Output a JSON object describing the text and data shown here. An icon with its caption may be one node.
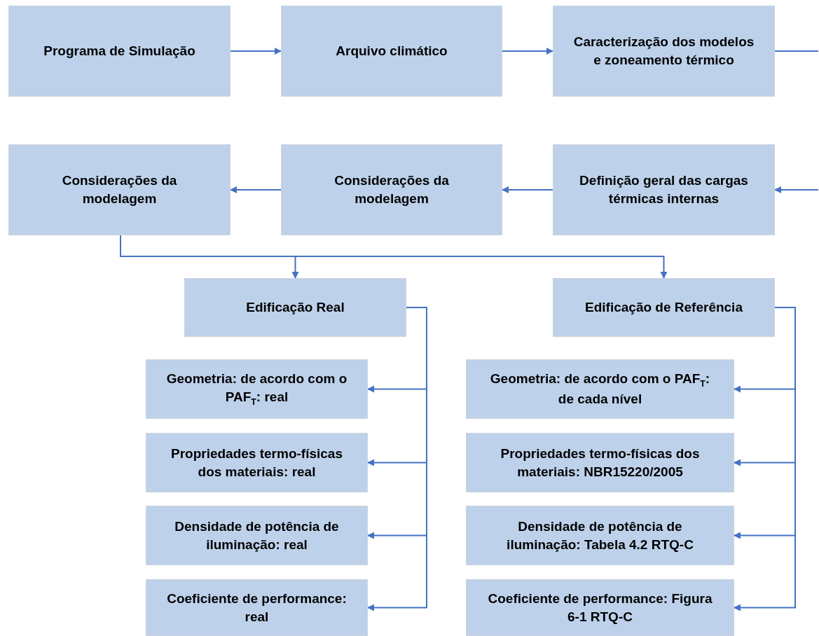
{
  "diagram": {
    "nodes": [
      {
        "text": [
          "Programa de Simulação"
        ]
      },
      {
        "text": [
          "Arquivo climático"
        ]
      },
      {
        "text": [
          "Caracterização dos modelos e zoneamento térmico"
        ]
      },
      {
        "text": [
          "Definição geral das cargas térmicas internas"
        ]
      },
      {
        "text": [
          "Considerações da modelagem"
        ]
      },
      {
        "text": [
          "Considerações da modelagem"
        ]
      },
      {
        "text": [
          "Edificação Real"
        ]
      },
      {
        "text": [
          "Edificação de Referência"
        ]
      },
      {
        "text": [
          "Geometria: de acordo com o PAF$_{T}$: real"
        ]
      },
      {
        "text": [
          "Propriedades termo-físicas dos materiais: real"
        ]
      },
      {
        "text": [
          "Densidade de potência de iluminação: real"
        ]
      },
      {
        "text": [
          "Coeficiente de performance: real"
        ]
      },
      {
        "text": [
          "Geometria: de acordo com o PAF$_{T}$: de cada nível"
        ]
      },
      {
        "text": [
          "Propriedades termo-físicas dos materiais: NBR15220/2005"
        ]
      },
      {
        "text": [
          "Densidade de potência de iluminação: Tabela 4.2 RTQ-C"
        ]
      },
      {
        "text": [
          "Coeficiente de performance: Figura 6-1 RTQ-C"
        ]
      }
    ],
    "edges": [
      {
        "from": 0,
        "to": 1,
        "arrow": "to"
      },
      {
        "from": 1,
        "to": 2,
        "arrow": "to"
      },
      {
        "from": 2,
        "to": null,
        "arrow": "none"
      },
      {
        "from": null,
        "to": 3,
        "arrow": "to"
      },
      {
        "from": 3,
        "to": 4,
        "arrow": "to"
      },
      {
        "from": 4,
        "to": 5,
        "arrow": "to"
      },
      {
        "from": 5,
        "to": 6,
        "arrow": "to"
      },
      {
        "from": 5,
        "to": 7,
        "arrow": "to"
      },
      {
        "from": 6,
        "to": 8,
        "arrow": "to"
      },
      {
        "from": 6,
        "to": 9,
        "arrow": "to"
      },
      {
        "from": 6,
        "to": 10,
        "arrow": "to"
      },
      {
        "from": 6,
        "to": 11,
        "arrow": "to"
      },
      {
        "from": 7,
        "to": 12,
        "arrow": "to"
      },
      {
        "from": 7,
        "to": 13,
        "arrow": "to"
      },
      {
        "from": 7,
        "to": 14,
        "arrow": "to"
      },
      {
        "from": 7,
        "to": 15,
        "arrow": "to"
      }
    ]
  }
}
